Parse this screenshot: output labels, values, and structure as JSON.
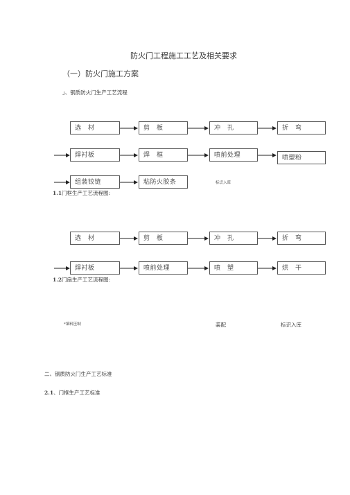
{
  "doc": {
    "title": "防火门工程施工工艺及相关要求",
    "section1": "（一）防火门施工方案",
    "item1": "」、钢质防火门生产工艺流程",
    "item11_num": "1.1",
    "item11_text": "门框生产工艺流程图:",
    "item12_num": "1.2",
    "item12_text": "门扇生产工艺流程图:",
    "section2": "二、钢质防火门生产工艺标准",
    "item21_num": "2.1",
    "item21_text": "、门框生产工艺标准"
  },
  "flow1": {
    "row1": [
      "选　材",
      "剪　板",
      "冲　孔",
      "折　弯"
    ],
    "row2": [
      "焊衬板",
      "焊　框",
      "喷前处理",
      "喷塑粉"
    ],
    "row3": [
      "组装铰链",
      "粘防火胶条"
    ],
    "row3_note": "标识入库"
  },
  "flow2": {
    "row1": [
      "选　材",
      "剪　板",
      "冲　孔",
      "折　弯"
    ],
    "row2": [
      "焊衬板",
      "喷前处理",
      "喷　塑",
      "烘　干"
    ],
    "row3_left": "*填料压制",
    "row3_mid": "装配",
    "row3_right": "标识入库"
  }
}
